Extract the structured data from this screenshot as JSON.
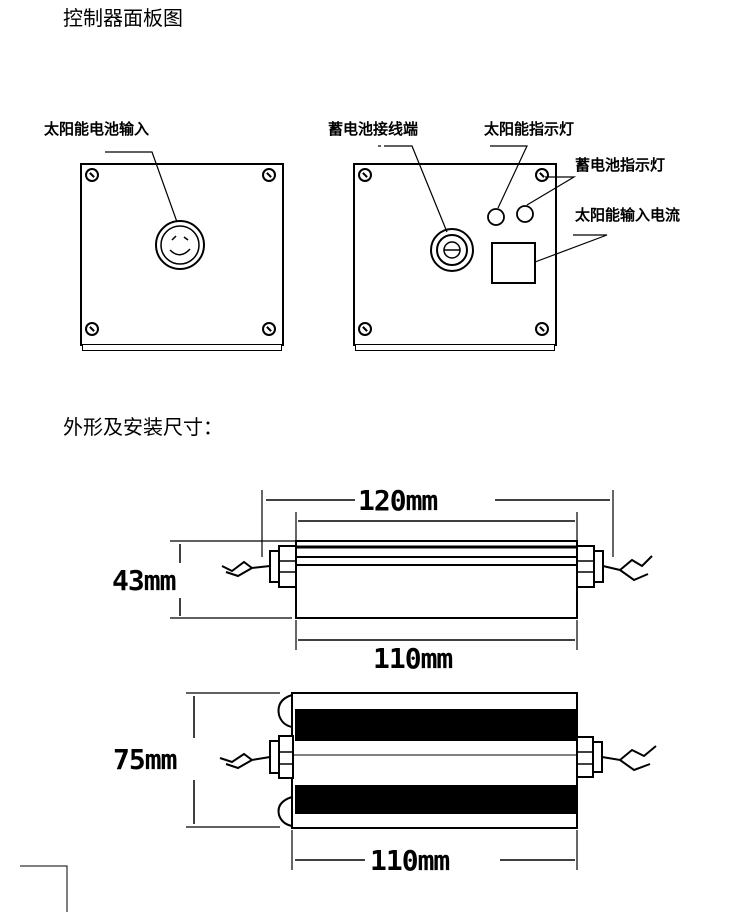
{
  "headings": {
    "panel": "控制器面板图",
    "dimensions": "外形及安装尺寸："
  },
  "panel_labels": {
    "solar_input": "太阳能电池输入",
    "battery_terminal": "蓄电池接线端",
    "solar_indicator": "太阳能指示灯",
    "battery_indicator": "蓄电池指示灯",
    "solar_current": "太阳能输入电流"
  },
  "dimension_labels": {
    "side_length": "120mm",
    "side_body": "110mm",
    "side_height": "43mm",
    "top_width": "75mm",
    "top_body": "110mm"
  }
}
